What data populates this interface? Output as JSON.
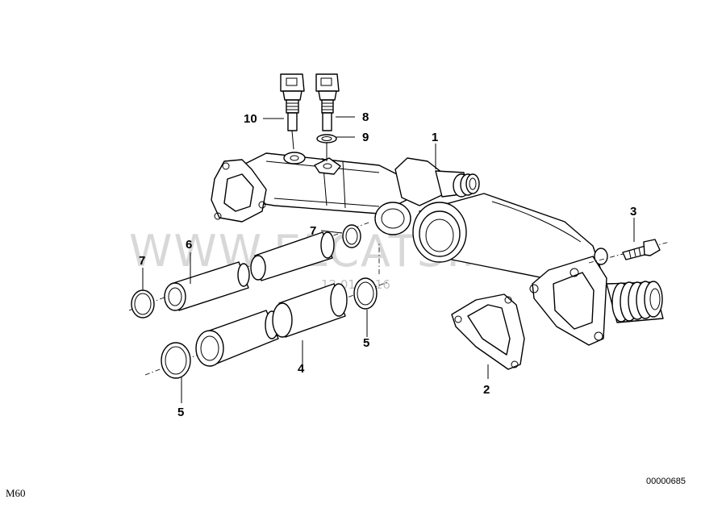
{
  "diagram": {
    "model_code": "M60",
    "diagram_id": "00000685",
    "watermark": "WWW.ELCATS.RU",
    "watermark_date": "12.01.2016",
    "callouts": {
      "c1": "1",
      "c2": "2",
      "c3": "3",
      "c4": "4",
      "c5a": "5",
      "c5b": "5",
      "c6": "6",
      "c7a": "7",
      "c7b": "7",
      "c8": "8",
      "c9": "9",
      "c10": "10"
    }
  }
}
